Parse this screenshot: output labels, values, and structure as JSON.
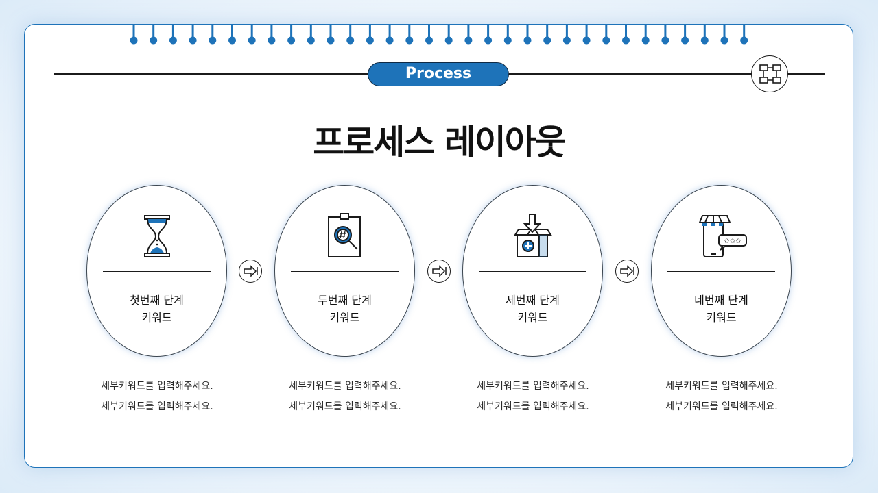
{
  "header": {
    "badge": "Process"
  },
  "title": "프로세스 레이아웃",
  "steps": [
    {
      "label1": "첫번째 단계",
      "label2": "키워드",
      "icon": "hourglass-icon",
      "desc1": "세부키워드를 입력해주세요.",
      "desc2": "세부키워드를 입력해주세요."
    },
    {
      "label1": "두번째 단계",
      "label2": "키워드",
      "icon": "clipboard-search-icon",
      "desc1": "세부키워드를 입력해주세요.",
      "desc2": "세부키워드를 입력해주세요."
    },
    {
      "label1": "세번째 단계",
      "label2": "키워드",
      "icon": "box-download-icon",
      "desc1": "세부키워드를 입력해주세요.",
      "desc2": "세부키워드를 입력해주세요."
    },
    {
      "label1": "네번째 단계",
      "label2": "키워드",
      "icon": "store-review-icon",
      "desc1": "세부키워드를 입력해주세요.",
      "desc2": "세부키워드를 입력해주세요."
    }
  ],
  "colors": {
    "accent": "#1e73b9",
    "line": "#1b1b1b",
    "text": "#111111"
  }
}
